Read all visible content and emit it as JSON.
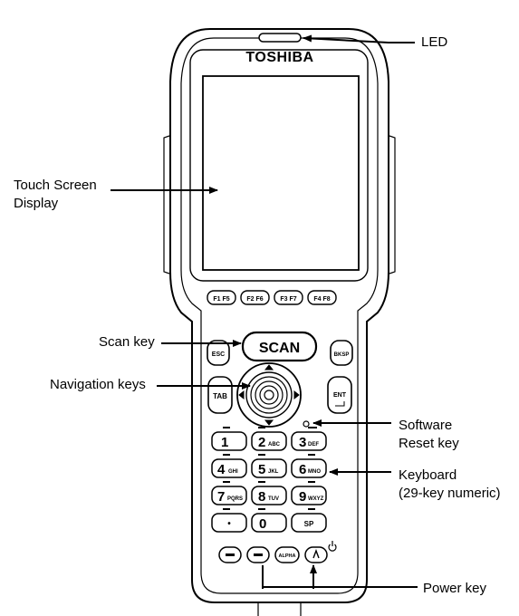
{
  "device": {
    "brand": "TOSHIBA",
    "function_keys": [
      "F1 F5",
      "F2 F6",
      "F3 F7",
      "F4 F8"
    ],
    "scan_key": "SCAN",
    "esc_key": "ESC",
    "bksp_key": "BKSP",
    "tab_key": "TAB",
    "ent_key": "ENT",
    "numeric_keys": [
      {
        "digit": "1",
        "letters": ""
      },
      {
        "digit": "2",
        "letters": "ABC"
      },
      {
        "digit": "3",
        "letters": "DEF"
      },
      {
        "digit": "4",
        "letters": "GHI"
      },
      {
        "digit": "5",
        "letters": "JKL"
      },
      {
        "digit": "6",
        "letters": "MNO"
      },
      {
        "digit": "7",
        "letters": "PQRS"
      },
      {
        "digit": "8",
        "letters": "TUV"
      },
      {
        "digit": "9",
        "letters": "WXYZ"
      },
      {
        "digit": "0",
        "letters": ""
      }
    ],
    "dot_key": "•",
    "sp_key": "SP",
    "alpha_key": "ALPHA"
  },
  "callouts": {
    "led": "LED",
    "touch_screen": [
      "Touch Screen",
      "Display"
    ],
    "scan_key": "Scan key",
    "navigation_keys": "Navigation keys",
    "software_reset": [
      "Software",
      "Reset key"
    ],
    "keyboard": [
      "Keyboard",
      "(29-key numeric)"
    ],
    "power_key": "Power key"
  },
  "colors": {
    "line": "#000000",
    "background": "#ffffff"
  }
}
